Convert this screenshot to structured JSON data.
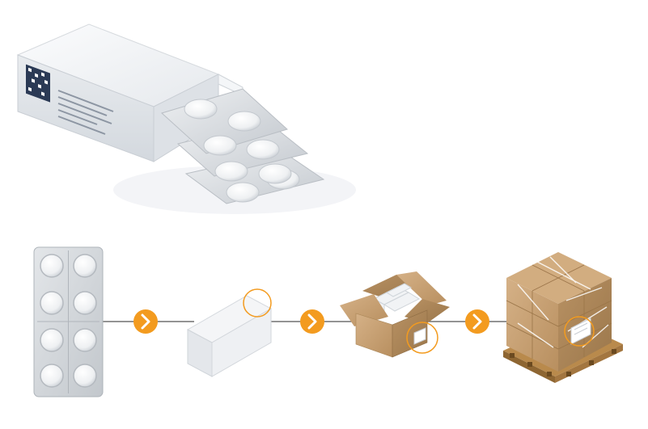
{
  "illustration": {
    "hero": {
      "icon": "open-medicine-box-with-blister-packs-icon"
    },
    "stages": [
      {
        "id": "blister",
        "icon": "blister-pack-icon"
      },
      {
        "id": "carton",
        "icon": "folding-carton-icon",
        "mark": "serialization-code-highlight"
      },
      {
        "id": "case",
        "icon": "shipping-case-icon",
        "mark": "aggregation-label-highlight"
      },
      {
        "id": "pallet",
        "icon": "wrapped-pallet-icon",
        "mark": "pallet-label-highlight"
      }
    ],
    "connector": {
      "icon": "chevron-right-icon",
      "count": 3
    }
  },
  "colors": {
    "accent": "#f39b1f",
    "line": "#555555",
    "carton_light": "#f0f2f4",
    "carton_shade": "#dfe2e6",
    "cardboard": "#c9a377",
    "cardboard_dark": "#a98556",
    "blister": "#d9dcdf",
    "pill": "#f7f8f9"
  }
}
